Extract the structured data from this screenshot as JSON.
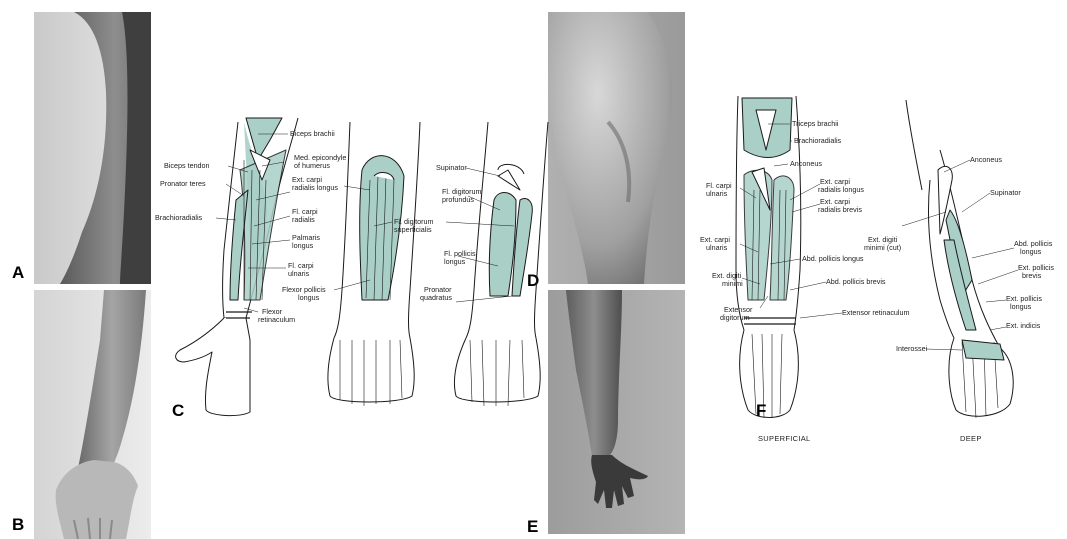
{
  "panels": {
    "A": "A",
    "B": "B",
    "C": "C",
    "D": "D",
    "E": "E",
    "F": "F"
  },
  "colors": {
    "muscle": "#a9cfc6",
    "outline": "#1a1a1a",
    "photo_gray": "#8a8a8a"
  },
  "panel_c": {
    "arm1": {
      "biceps_brachii": "Biceps brachii",
      "biceps_tendon": "Biceps tendon",
      "med_epicondyle_1": "Med. epicondyle",
      "med_epicondyle_2": "of humerus",
      "pronator_teres": "Pronator teres",
      "ext_carpi_rad_longus_1": "Ext. carpi",
      "ext_carpi_rad_longus_2": "radialis longus",
      "brachioradialis": "Brachioradialis",
      "fl_carpi_radialis_1": "Fl. carpi",
      "fl_carpi_radialis_2": "radialis",
      "palmaris_longus_1": "Palmaris",
      "palmaris_longus_2": "longus",
      "fl_carpi_ulnaris_1": "Fl. carpi",
      "fl_carpi_ulnaris_2": "ulnaris",
      "flexor_retinaculum_1": "Flexor",
      "flexor_retinaculum_2": "retinaculum"
    },
    "arm2": {
      "fl_dig_superficialis_1": "Fl. digitorum",
      "fl_dig_superficialis_2": "superficialis",
      "flexor_pollicis_1": "Flexor pollicis",
      "flexor_pollicis_2": "longus"
    },
    "arm3": {
      "supinator": "Supinator",
      "fl_dig_profundus_1": "Fl. digitorum",
      "fl_dig_profundus_2": "profundus",
      "fl_pollicis_1": "Fl. pollicis",
      "fl_pollicis_2": "longus",
      "pronator_quadratus_1": "Pronator",
      "pronator_quadratus_2": "quadratus"
    }
  },
  "panel_f": {
    "superficial": {
      "triceps_brachii": "Triceps brachii",
      "brachioradialis": "Brachioradialis",
      "anconeus": "Anconeus",
      "fl_carpi_ulnaris_1": "Fl. carpi",
      "fl_carpi_ulnaris_2": "ulnaris",
      "ext_carpi_rad_longus_1": "Ext. carpi",
      "ext_carpi_rad_longus_2": "radialis longus",
      "ext_carpi_rad_brevis_1": "Ext. carpi",
      "ext_carpi_rad_brevis_2": "radialis brevis",
      "ext_carpi_ulnaris_1": "Ext. carpi",
      "ext_carpi_ulnaris_2": "ulnaris",
      "abd_pollicis_longus": "Abd. pollicis longus",
      "ext_digiti_minimi_1": "Ext. digiti",
      "ext_digiti_minimi_2": "minimi",
      "abd_pollicis_brevis": "Abd. pollicis brevis",
      "extensor_digitorum_1": "Extensor",
      "extensor_digitorum_2": "digitorum",
      "extensor_retinaculum": "Extensor retinaculum",
      "caption": "SUPERFICIAL"
    },
    "deep": {
      "anconeus": "Anconeus",
      "supinator": "Supinator",
      "ext_digiti_minimi_cut_1": "Ext. digiti",
      "ext_digiti_minimi_cut_2": "minimi (cut)",
      "abd_pollicis_longus_1": "Abd. pollicis",
      "abd_pollicis_longus_2": "longus",
      "ext_pollicis_brevis_1": "Ext. pollicis",
      "ext_pollicis_brevis_2": "brevis",
      "ext_pollicis_longus_1": "Ext. pollicis",
      "ext_pollicis_longus_2": "longus",
      "ext_indicis": "Ext. indicis",
      "interossei": "Interossei",
      "caption": "DEEP"
    }
  }
}
